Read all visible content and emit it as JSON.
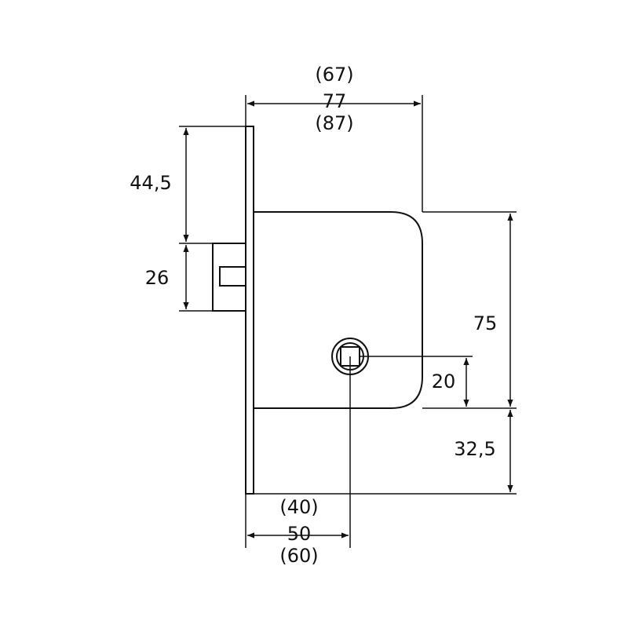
{
  "dimensions": {
    "width_top_min": "(67)",
    "width_top": "77",
    "width_top_max": "(87)",
    "faceplate_top_offset": "44,5",
    "latch_height": "26",
    "body_height": "75",
    "spindle_offset": "20",
    "faceplate_bottom_offset": "32,5",
    "backset_min": "(40)",
    "backset": "50",
    "backset_max": "(60)"
  }
}
